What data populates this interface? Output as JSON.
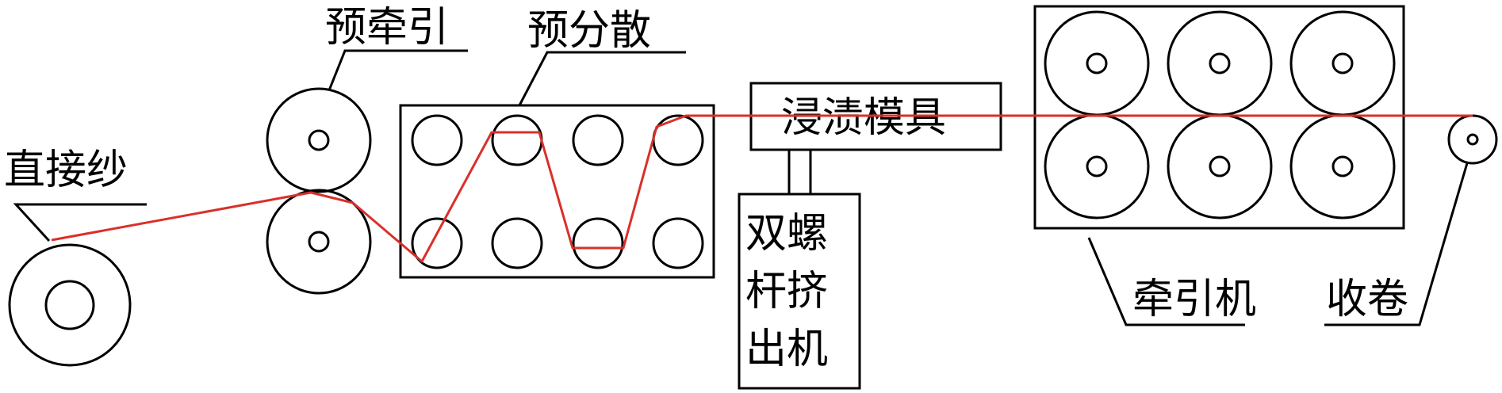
{
  "labels": {
    "direct_roving": "直接纱",
    "pre_traction": "预牵引",
    "pre_dispersion": "预分散",
    "impregnation_die": "浸渍模具",
    "twin_screw_extruder": [
      "双螺",
      "杆挤",
      "出机"
    ],
    "traction_machine": "牵引机",
    "winding": "收卷"
  },
  "colors": {
    "line": "#000000",
    "fiber": "#d9302a",
    "background": "#ffffff"
  }
}
